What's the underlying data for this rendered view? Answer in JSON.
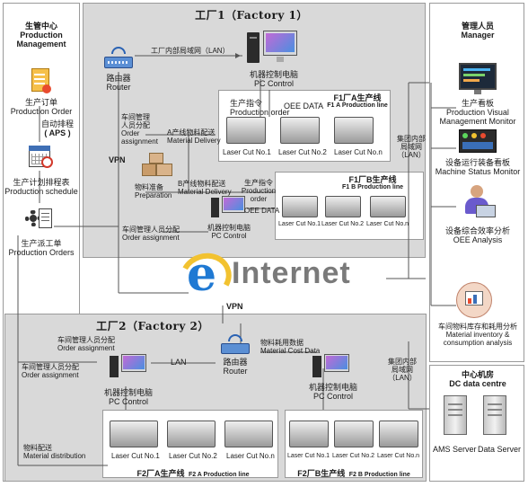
{
  "production_center": {
    "title_cn": "生管中心",
    "title_en": "Production",
    "title_en2": "Management"
  },
  "left": {
    "order": {
      "cn": "生产订单",
      "en": "Production Order"
    },
    "aps": {
      "cn": "自动排程",
      "en": "( APS )"
    },
    "schedule": {
      "cn": "生产计划排程表",
      "en": "Production schedule"
    },
    "dispatch": {
      "cn": "生产派工单",
      "en": "Production  Orders"
    }
  },
  "factory1": {
    "title": "工厂1（Factory 1）",
    "lan": "工厂内部局域网（LAN）",
    "router": {
      "cn": "路由器",
      "en": "Router"
    },
    "pc": {
      "cn": "机器控制电脑",
      "en": "PC Control"
    },
    "assign1": {
      "l1": "车间管理",
      "l2": "人员分配",
      "l3": "Order",
      "l4": "assignment"
    },
    "a_delivery": {
      "cn": "A产线物料配送",
      "en": "Material Delivery"
    },
    "b_delivery": {
      "cn": "B产线物料配送",
      "en": "Material Delivery"
    },
    "preparation": {
      "cn": "物料准备",
      "en": "Preparation"
    },
    "assign2": {
      "cn": "车间管理人员分配",
      "en": "Order assignment"
    },
    "vpn": "VPN",
    "lineA": {
      "order_cn": "生产指令",
      "order_en": "Production order",
      "oee": "OEE DATA",
      "title_cn": "F1厂A生产线",
      "title_en": "F1 A Production line",
      "cuts": [
        "Laser Cut No.1",
        "Laser Cut No.2",
        "Laser Cut No.n"
      ]
    },
    "lineB": {
      "title_cn": "F1厂B生产线",
      "title_en": "F1 B Production line",
      "order_cn": "生产指令",
      "order_en1": "Production",
      "order_en2": "order",
      "oee": "OEE DATA",
      "pc_cn": "机器控制电脑",
      "pc_en": "PC Control",
      "cuts": [
        "Laser Cut No.1",
        "Laser Cut No.2",
        "Laser Cut No.n"
      ]
    }
  },
  "internet": {
    "label": "Internet",
    "letter": "e",
    "vpn": "VPN"
  },
  "factory2": {
    "title": "工厂2（Factory 2）",
    "assign_a": {
      "cn": "车间管理人员分配",
      "en": "Order assignment"
    },
    "assign_b": {
      "cn": "车间管理人员分配",
      "en": "Order assignment"
    },
    "lan": "LAN",
    "router": {
      "cn": "路由器",
      "en": "Router"
    },
    "cost": {
      "cn": "物料耗用数据",
      "en": "Material Cost Data"
    },
    "pc1": {
      "cn": "机器控制电脑",
      "en": "PC Control"
    },
    "pc2": {
      "cn": "机器控制电脑",
      "en": "PC Control"
    },
    "distribution": {
      "cn": "物料配送",
      "en": "Material distribution"
    },
    "lineA": {
      "title_cn": "F2厂A生产线",
      "title_en": "F2 A Production line",
      "cuts": [
        "Laser Cut No.1",
        "Laser Cut No.2",
        "Laser Cut No.n"
      ]
    },
    "lineB": {
      "title_cn": "F2厂B生产线",
      "title_en": "F2 B Production line",
      "cuts": [
        "Laser Cut No.1",
        "Laser Cut No.2",
        "Laser Cut No.n"
      ]
    }
  },
  "manager": {
    "title_cn": "管理人员",
    "title_en": "Manager",
    "group_lan": {
      "l1": "集团内部",
      "l2": "局域网",
      "l3": "（LAN）"
    },
    "visual": {
      "cn": "生产看板",
      "en1": "Production Visual",
      "en2": "Management Monitor"
    },
    "status": {
      "cn": "设备运行装备看板",
      "en": "Machine Status Monitor"
    },
    "oee": {
      "cn": "设备综合效率分析",
      "en": "OEE Analysis"
    },
    "inventory": {
      "cn": "车间物料库存和耗用分析",
      "en1": "Material inventory &",
      "en2": "consumption analysis"
    }
  },
  "dc": {
    "group_lan": {
      "l1": "集团内部",
      "l2": "局域网",
      "l3": "（LAN）"
    },
    "title_cn": "中心机房",
    "title_en": "DC data centre",
    "ams": "AMS Server",
    "data": "Data Server"
  }
}
